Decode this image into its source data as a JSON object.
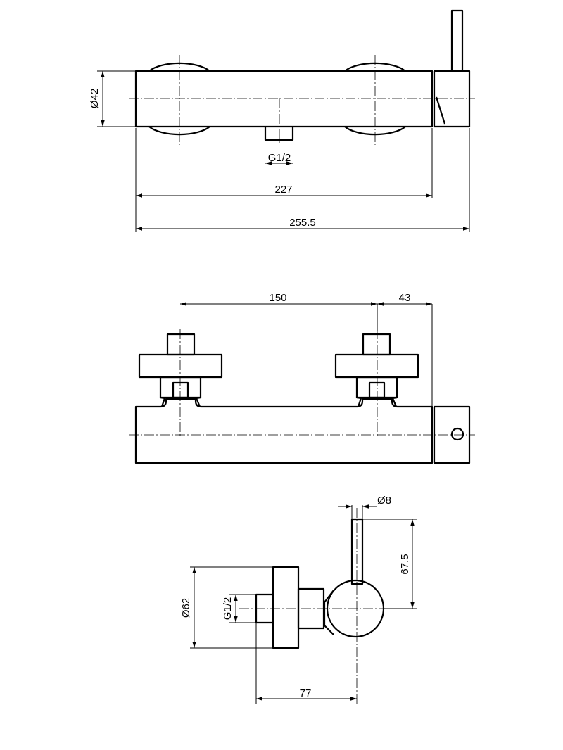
{
  "top_view": {
    "diameter_label": "Ø42",
    "inlet_label": "G1/2",
    "body_length_label": "227",
    "overall_length_label": "255.5"
  },
  "front_view": {
    "spacing_label": "150",
    "offset_label": "43"
  },
  "side_view": {
    "handle_diameter_label": "Ø8",
    "handle_height_label": "67.5",
    "flange_diameter_label": "Ø62",
    "inlet_label": "G1/2",
    "depth_label": "77"
  }
}
